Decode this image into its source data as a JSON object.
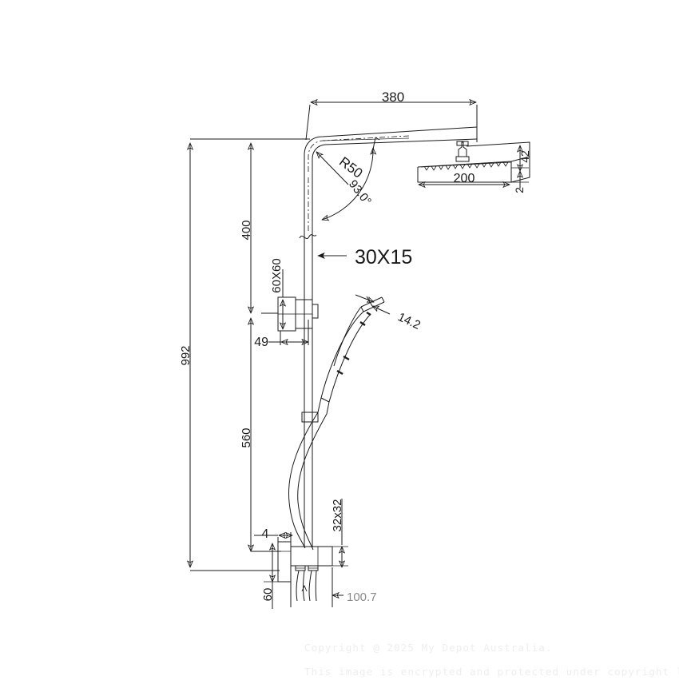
{
  "document": {
    "type": "technical-drawing",
    "subject": "Wall mounted rail shower set with overhead rain head, hand shower and mixer",
    "units": "mm",
    "background_color": "#ffffff",
    "line_color": "#1a1a1a"
  },
  "dimensions": {
    "arm_reach": "380",
    "head_to_arm_height": "400",
    "overall_height": "992",
    "rail_lower_height": "560",
    "head_width": "200",
    "head_thickness": "42",
    "head_plate": "2",
    "bend_radius": "R50",
    "bend_angle": "93.0°",
    "riser_profile": "30X15",
    "bracket_plate": "60X60",
    "bracket_projection": "49",
    "hand_shower_head": "14.2",
    "mixer_body": "32x32",
    "mixer_plate_offset": "4",
    "mixer_base_height": "60",
    "mixer_width_partial": "100.7"
  },
  "labels": {
    "arm_reach": "380",
    "head_height": "400",
    "total_height": "992",
    "lower_height": "560",
    "head_width": "200",
    "head_thickness": "42",
    "head_plate": "2",
    "radius": "R50",
    "angle": "93.0°",
    "riser_section": "30X15",
    "wall_bracket": "60X60",
    "bracket_offset": "49",
    "hand_head": "14.2",
    "mixer_section": "32x32",
    "offset_small": "4",
    "base_height": "60",
    "base_width": "100.7"
  },
  "watermark": {
    "line1": "Copyright @ 2025 My Depot Australia.",
    "line2": "This image is encrypted and protected under copyright law.",
    "color": "#eeeeee"
  }
}
